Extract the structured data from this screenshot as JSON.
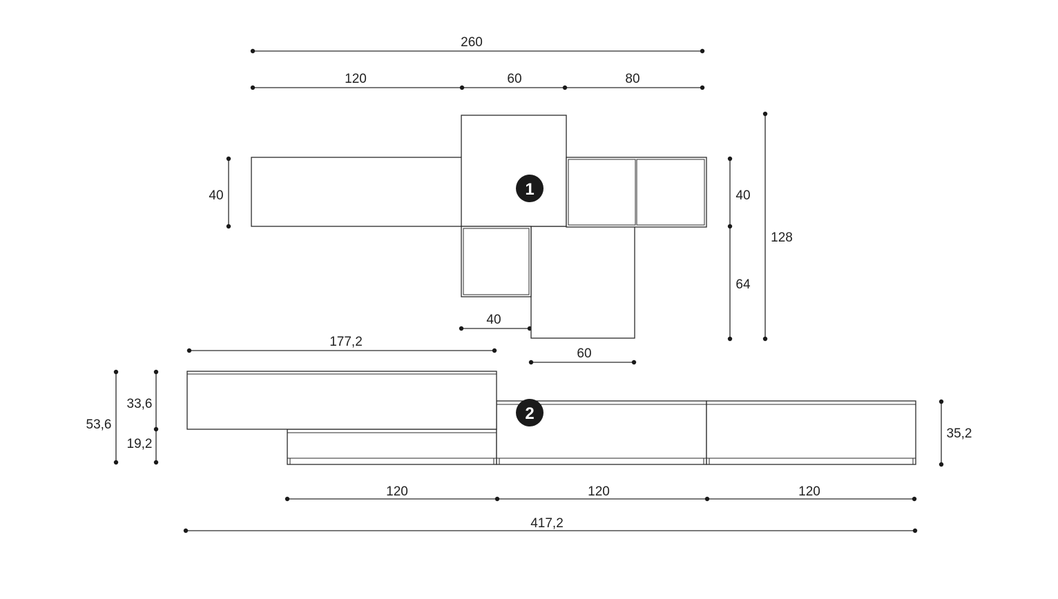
{
  "badges": {
    "module_1": "1",
    "module_2": "2"
  },
  "upper": {
    "total_width": "260",
    "segment_1": "120",
    "segment_2": "60",
    "segment_3": "80",
    "left_panel_height": "40",
    "right_upper_height": "40",
    "right_lower_height": "64",
    "total_height": "128",
    "small_box_width": "40",
    "tall_box_width": "60"
  },
  "lower": {
    "top_unit_width": "177,2",
    "total_height": "53,6",
    "upper_part_height": "33,6",
    "lower_part_height": "19,2",
    "right_height": "35,2",
    "base_1": "120",
    "base_2": "120",
    "base_3": "120",
    "total_width": "417,2"
  }
}
